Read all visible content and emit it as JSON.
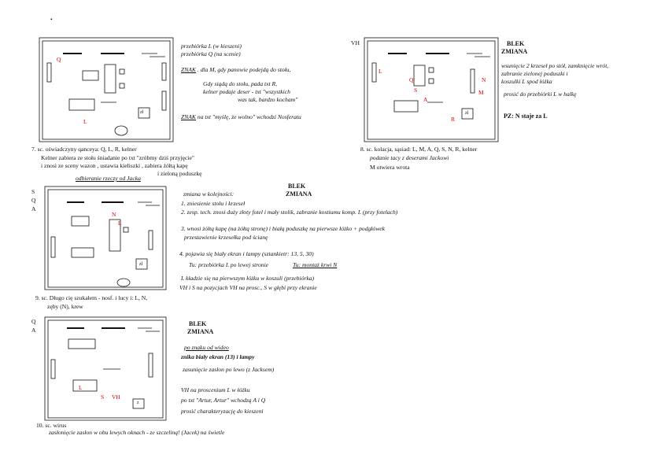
{
  "header_mark": "•",
  "scene7": {
    "notes": [
      "przebiórka L (w kieszeni)",
      "przebiórka Q (na scenie)"
    ],
    "znak1_label": "ZNAK",
    "znak1_rest": "dla M, gdy panowie podejdą do stołu,",
    "cue_lines": [
      "Gdy siądą do stołu, pada txt R,",
      "kelner podaje deser - txt \"wszystkich",
      "was tak, bardzo kocham\""
    ],
    "znak2_label": "ZNAK",
    "znak2_rest": "na txt \"myślę, że wolno\" wchodzi Nosferatu",
    "caption": "7.   sc. oświadczyny qanceya:  Q, L, R, kelner",
    "desc": [
      "Kelner  zabiera ze stołu śniadanie po txt \"zróbmy dziś przyjęcie\"",
      "i znosi ze sceny wazon , ustawia kieliszki , zabiera żółtą kapę",
      "i zieloną poduszkę"
    ],
    "under_note": "odbieranie rzeczy od Jacka",
    "letters": {
      "q": "Q",
      "l": "L",
      "zl": "zł"
    }
  },
  "scene8": {
    "vh": "VH",
    "blek": "BLEK",
    "zmiana": "ZMIANA",
    "notes": [
      "wsunięcie 2 krzeseł po stół, zamknięcie wrót,",
      "zabranie zielonej poduszki i",
      "koszulki L spod łóżka"
    ],
    "halk": "prosić do przebiórki L w halkę",
    "pz": "PZ: N staje za L",
    "caption": "8.   sc. kolacja, sąsiad: L, M, A, Q, S, N,  R, kelner",
    "desc": [
      "podanie tacy z deserami Jackowi",
      "M otwiera wrota"
    ],
    "letters": {
      "l": "L",
      "q": "Q",
      "s": "S",
      "a": "A",
      "n": "N",
      "m": "M",
      "r": "R",
      "zl": "zł"
    }
  },
  "scene9": {
    "side": [
      "S",
      "Q",
      "A"
    ],
    "blek": "BLEK",
    "zmiana": "ZMIANA",
    "order": "zmiana w kolejności:",
    "items": [
      "1. zniesienie stołu i krzeseł",
      "2. zesp. tech. znosi  duży złoty fotel i mały stolik, zabranie kostiumu komp. L (przy fotelach)",
      "3. wnosi żółtą kapę (na  żółtą stronę) i białą poduszkę na pierwsze łóżko + podgłówek",
      "przestawienie krzesełka pod ścianę",
      "4.  pojawia się biały ekran i lampy (sztankietr: 13, 5, 30)"
    ],
    "tu1": "Tu: przebiórka L po lewej stronie",
    "tu2": "Tu: montaż krwi N",
    "koszula": "L kładzie się na pierwszym  łóżku  w koszuli (przebiórka)",
    "vhs": "VH i S na pozycjach  VH na prosc., S w głębi przy ekranie",
    "caption": "9.   sc. Długo cię szukałem -  nosf. i lucy i: L, N,",
    "caption2": "zęby (N),  krew",
    "letters": {
      "n": "N",
      "l": "L",
      "zl": "zł"
    }
  },
  "scene10": {
    "side": [
      "Q",
      "A"
    ],
    "blek": "BLEK",
    "zmiana": "ZMIANA",
    "wideo": "po znaku od wideo",
    "ekran": "znika biały ekran  (13)  i lampy",
    "zaslon": "zasunięcie zasłon po lewo (z Jacksem)",
    "vh1": "VH na proscenium  L w łóżku",
    "artur": "po txt \"Artur, Artur\" wchodzą A i Q",
    "prosic": "prosić charakteryzację do kieszeni",
    "caption": "10.  sc.  wirus",
    "bottom": "zasłonięcie zasłon w obu lewych oknach - ze szczeliną!   (Jacek) na świetle",
    "letters": {
      "l": "L",
      "s": "S",
      "vh": "VH",
      "z": "z"
    }
  }
}
